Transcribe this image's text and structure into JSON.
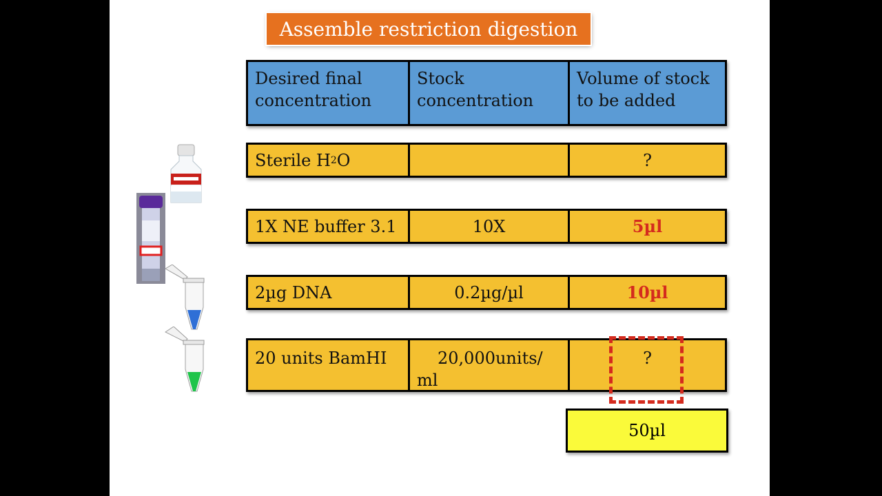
{
  "title": "Assemble restriction digestion",
  "header": {
    "col1": "Desired final concentration",
    "col2": "Stock concentration",
    "col3": "Volume of stock to be added"
  },
  "rows": [
    {
      "col1_pre": "Sterile H",
      "col1_sub": "2",
      "col1_post": "O",
      "col2": "",
      "col3": "?"
    },
    {
      "col1": "1X NE buffer 3.1",
      "col2": "10X",
      "col3": "5µl"
    },
    {
      "col1": "2µg DNA",
      "col2": "0.2µg/µl",
      "col3": "10µl"
    },
    {
      "col1": "20 units BamHI",
      "col2_line1": "20,000units/",
      "col2_line2": "ml",
      "col3": "?"
    }
  ],
  "total": "50µl",
  "colors": {
    "title_bg": "#e6711f",
    "header_bg": "#5b9bd5",
    "row_bg": "#f4c030",
    "total_bg": "#fafa3a",
    "highlight_red": "#d42b1e"
  },
  "icons": [
    "water-bottle-icon",
    "enzyme-vial-icon",
    "blue-microtube-icon",
    "green-microtube-icon"
  ]
}
